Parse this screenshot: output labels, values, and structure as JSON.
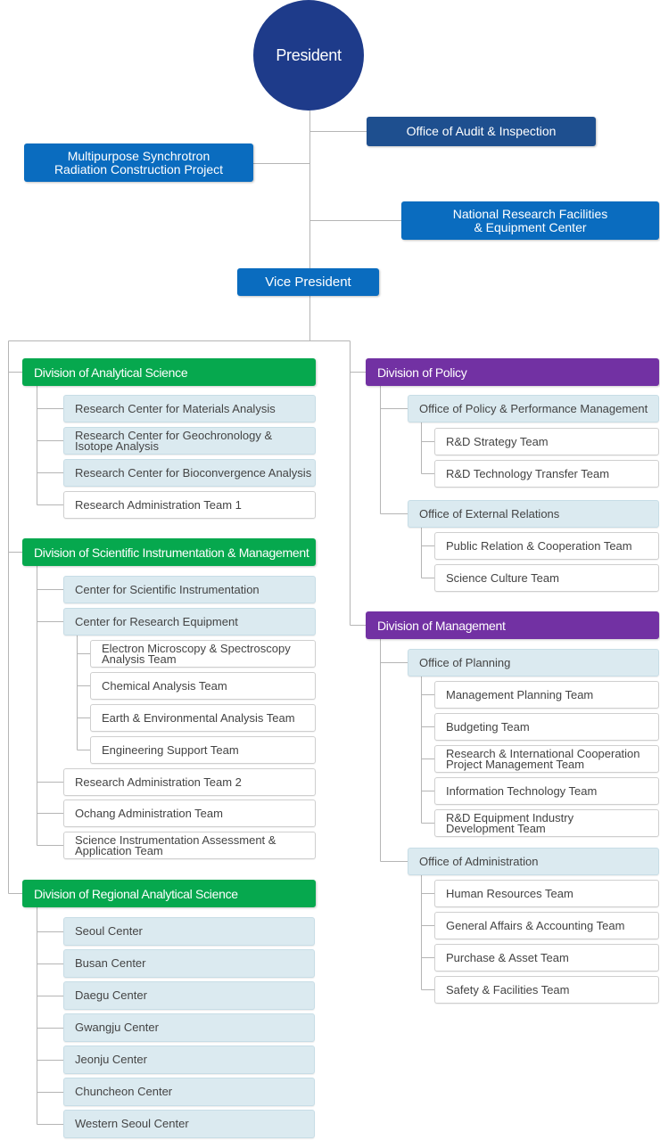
{
  "president": "President",
  "audit": "Office of Audit & Inspection",
  "synchrotron": [
    "Multipurpose Synchrotron",
    "Radiation Construction Project"
  ],
  "nrf": [
    "National Research Facilities",
    "& Equipment Center"
  ],
  "vice_president": "Vice President",
  "left": {
    "analytical": {
      "title": "Division of Analytical Science",
      "items": [
        [
          "Research Center for Materials Analysis"
        ],
        [
          "Research Center for Geochronology &",
          "Isotope Analysis"
        ],
        [
          "Research Center for Bioconvergence Analysis"
        ],
        [
          "Research Administration Team 1"
        ]
      ]
    },
    "instrumentation": {
      "title": "Division of Scientific Instrumentation & Management",
      "center_instrumentation": "Center for Scientific Instrumentation",
      "center_equipment": "Center for Research Equipment",
      "equipment_teams": [
        [
          "Electron Microscopy & Spectroscopy",
          "Analysis Team"
        ],
        [
          "Chemical Analysis Team"
        ],
        [
          "Earth & Environmental Analysis Team"
        ],
        [
          "Engineering Support Team"
        ]
      ],
      "teams": [
        [
          "Research Administration Team 2"
        ],
        [
          "Ochang Administration Team"
        ],
        [
          "Science Instrumentation Assessment &",
          "Application Team"
        ]
      ]
    },
    "regional": {
      "title": "Division of  Regional Analytical Science",
      "items": [
        [
          "Seoul Center"
        ],
        [
          "Busan Center"
        ],
        [
          "Daegu Center"
        ],
        [
          "Gwangju Center"
        ],
        [
          "Jeonju Center"
        ],
        [
          "Chuncheon Center"
        ],
        [
          "Western Seoul Center"
        ]
      ]
    }
  },
  "right": {
    "policy": {
      "title": "Division of  Policy",
      "office_performance": "Office of Policy & Performance Management",
      "performance_teams": [
        [
          "R&D Strategy Team"
        ],
        [
          "R&D Technology Transfer Team"
        ]
      ],
      "office_external": "Office of  External Relations",
      "external_teams": [
        [
          "Public Relation & Cooperation Team"
        ],
        [
          "Science Culture Team"
        ]
      ]
    },
    "management": {
      "title": "Division of  Management",
      "office_planning": "Office of Planning",
      "planning_teams": [
        [
          "Management Planning Team"
        ],
        [
          "Budgeting Team"
        ],
        [
          "Research & International Cooperation",
          "Project Management Team"
        ],
        [
          "Information Technology Team"
        ],
        [
          "R&D Equipment Industry",
          "Development Team"
        ]
      ],
      "office_admin": "Office of Administration",
      "admin_teams": [
        [
          "Human Resources Team"
        ],
        [
          "General Affairs & Accounting Team"
        ],
        [
          "Purchase & Asset Team"
        ],
        [
          "Safety & Facilities Team"
        ]
      ]
    }
  }
}
